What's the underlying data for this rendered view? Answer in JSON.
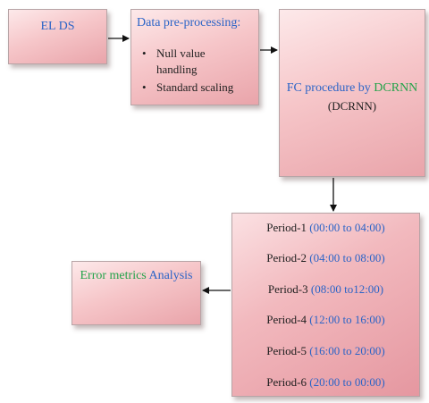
{
  "boxes": {
    "elds": {
      "label": "EL DS"
    },
    "preprocessing": {
      "title": "Data pre-processing:",
      "items": [
        "Null value handling",
        "Standard scaling"
      ],
      "item1_line1": "Null value",
      "item1_line2": "handling",
      "item2": "Standard scaling"
    },
    "fc": {
      "prefix": "FC procedure by ",
      "model": "DCRNN",
      "subtitle": "(DCRNN)"
    },
    "periods": [
      {
        "name": "Period-1",
        "range": "(00:00 to 04:00)"
      },
      {
        "name": "Period-2",
        "range": "(04:00 to 08:00)"
      },
      {
        "name": "Period-3",
        "range": "(08:00 to12:00)"
      },
      {
        "name": "Period-4",
        "range": "(12:00 to 16:00)"
      },
      {
        "name": "Period-5",
        "range": "(16:00 to 20:00)"
      },
      {
        "name": "Period-6",
        "range": "(20:00 to 00:00)"
      }
    ],
    "error": {
      "part1": "Error metrics",
      "part2": " Analysis"
    }
  },
  "colors": {
    "blue_text": "#2b64c7",
    "green_text": "#23a34a",
    "box_fill": "#f6c6c9",
    "arrow": "#111111"
  }
}
